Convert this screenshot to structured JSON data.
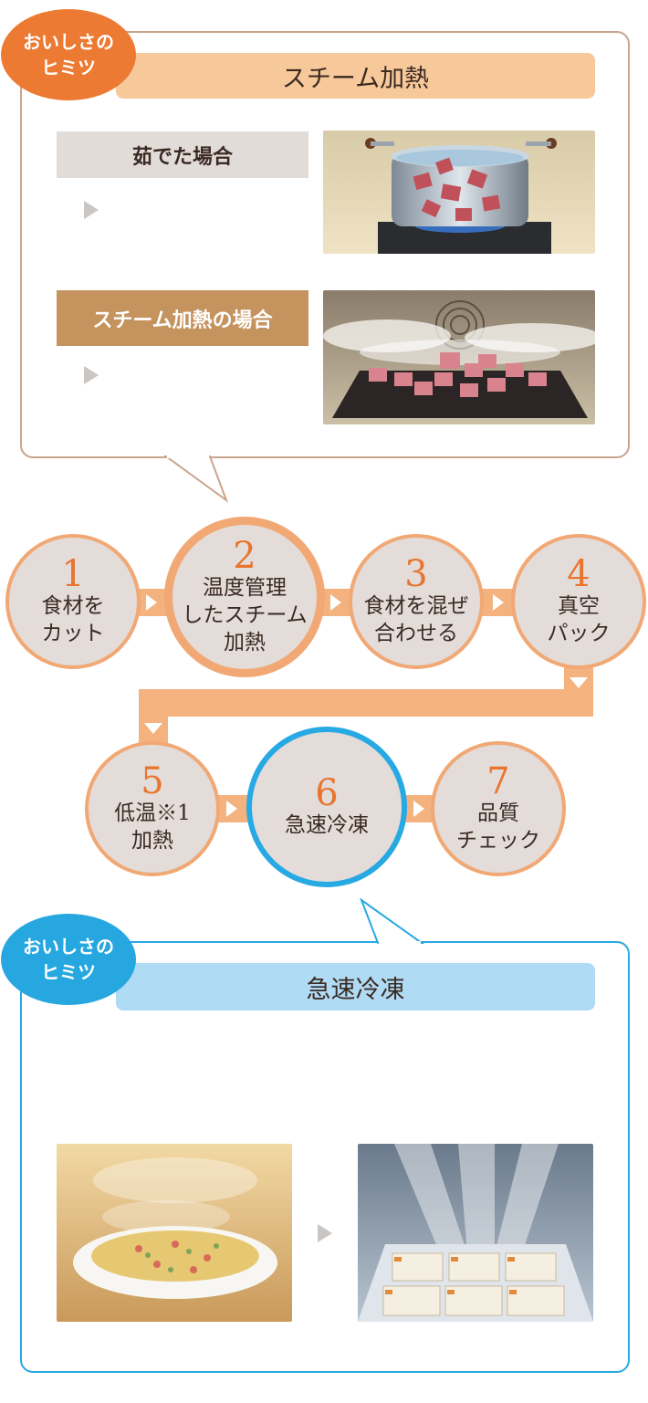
{
  "steam_section": {
    "badge": "おいしさの\nヒミツ",
    "title": "スチーム加熱",
    "boiled_label": "茹でた場合",
    "steam_label": "スチーム加熱の場合"
  },
  "process": {
    "steps": [
      {
        "num": "1",
        "label": "食材を\nカット"
      },
      {
        "num": "2",
        "label": "温度管理\nしたスチーム\n加熱"
      },
      {
        "num": "3",
        "label": "食材を混ぜ\n合わせる"
      },
      {
        "num": "4",
        "label": "真空\nパック"
      },
      {
        "num": "5",
        "label": "低温※1\n加熱"
      },
      {
        "num": "6",
        "label": "急速冷凍"
      },
      {
        "num": "7",
        "label": "品質\nチェック"
      }
    ]
  },
  "freeze_section": {
    "badge": "おいしさの\nヒミツ",
    "title": "急速冷凍"
  },
  "colors": {
    "accent_orange": "#ec7a33",
    "accent_blue": "#26a7e0",
    "step_border": "#f1a874",
    "step_fill": "#e3dcd8",
    "number": "#e8742e"
  },
  "images": [
    {
      "name": "boiling-pot-photo",
      "icon": "pot-on-stove"
    },
    {
      "name": "steam-oven-photo",
      "icon": "steam-tray"
    },
    {
      "name": "cooked-food-plate-photo",
      "icon": "steaming-plate"
    },
    {
      "name": "freezer-packs-photo",
      "icon": "frozen-packs"
    }
  ]
}
